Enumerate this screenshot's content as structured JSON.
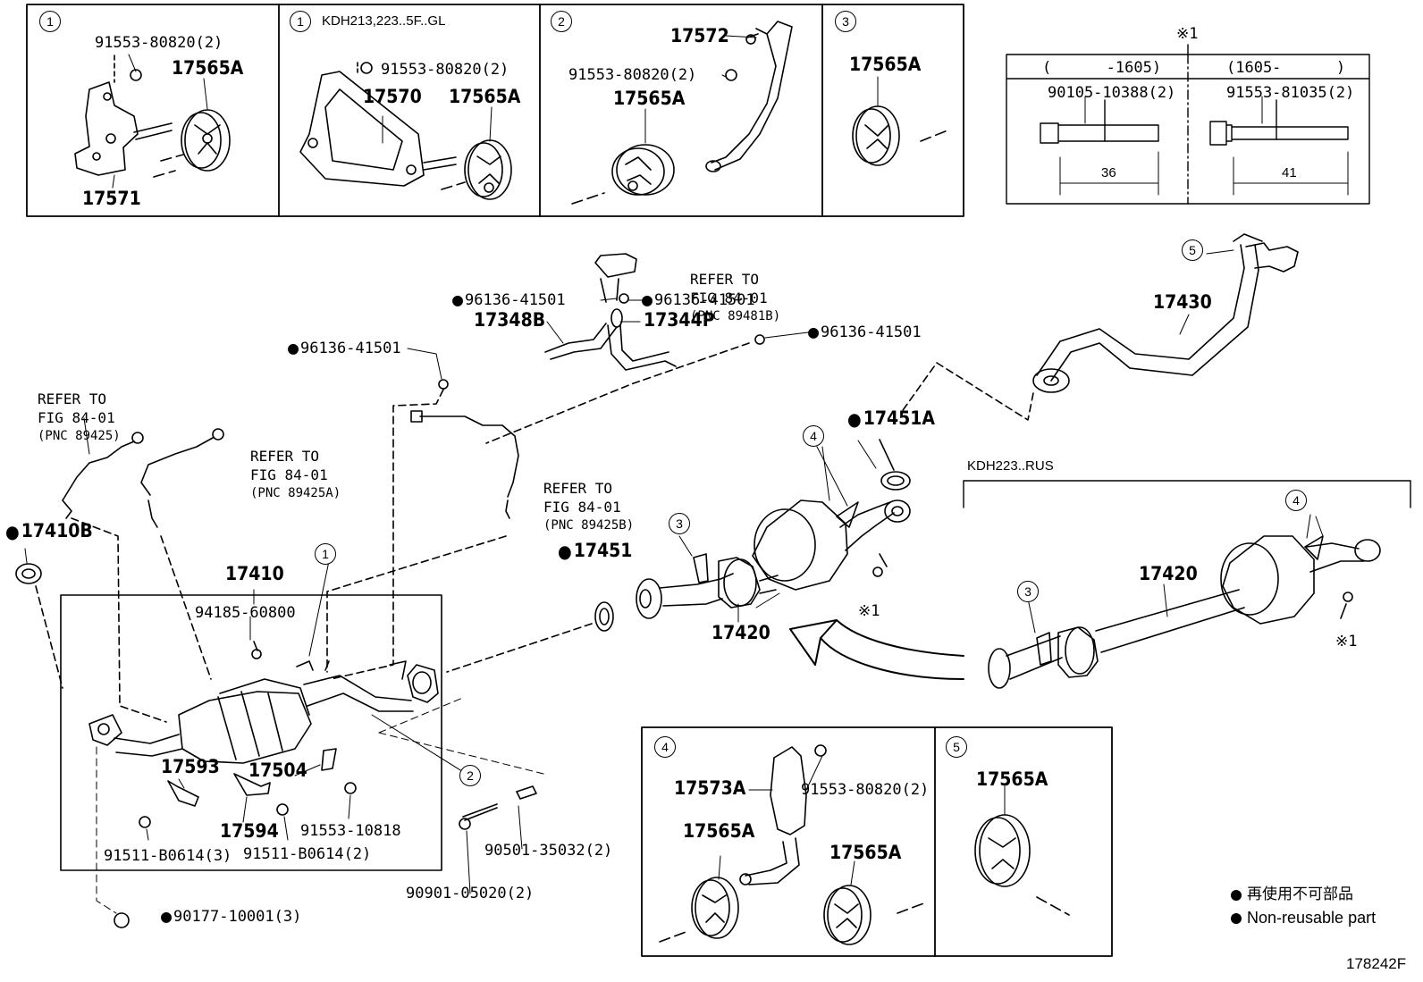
{
  "diagram_id": "178242F",
  "legend": {
    "jp": "再使用不可部品",
    "en": "Non-reusable part"
  },
  "inset_boxes": {
    "box1": {
      "num": "1",
      "parts": [
        "91553-80820(2)",
        "17565A",
        "17571"
      ]
    },
    "box1b": {
      "num": "1",
      "variant": "KDH213,223..5F..GL",
      "parts": [
        "91553-80820(2)",
        "17570",
        "17565A"
      ]
    },
    "box2": {
      "num": "2",
      "parts": [
        "17572",
        "91553-80820(2)",
        "17565A"
      ]
    },
    "box3": {
      "num": "3",
      "parts": [
        "17565A"
      ]
    },
    "box4": {
      "num": "4",
      "parts": [
        "17573A",
        "91553-80820(2)",
        "17565A",
        "17565A"
      ]
    },
    "box5": {
      "num": "5",
      "parts": [
        "17565A"
      ]
    }
  },
  "bolt_table": {
    "mark": "※1",
    "col1": {
      "header": "(      -1605)",
      "part": "90105-10388(2)",
      "length": "36"
    },
    "col2": {
      "header": "(1605-      )",
      "part": "91553-81035(2)",
      "length": "41"
    }
  },
  "refs": {
    "r89481B": [
      "REFER TO",
      "FIG 84-01",
      "(PNC 89481B)"
    ],
    "r89425": [
      "REFER TO",
      "FIG 84-01",
      "(PNC 89425)"
    ],
    "r89425A": [
      "REFER TO",
      "FIG 84-01",
      "(PNC 89425A)"
    ],
    "r89425B": [
      "REFER TO",
      "FIG 84-01",
      "(PNC 89425B)"
    ]
  },
  "main": {
    "p17430": "17430",
    "p17451A": "17451A",
    "p17451": "17451",
    "p17410B": "17410B",
    "p17410": "17410",
    "p17420a": "17420",
    "p17420b": "17420",
    "p17348B": "17348B",
    "p17344P": "17344P",
    "p96136a": "96136-41501",
    "p96136b": "96136-41501",
    "p96136c": "96136-41501",
    "p96136d": "96136-41501",
    "p94185": "94185-60800",
    "p17593": "17593",
    "p17504": "17504",
    "p17594": "17594",
    "p91553_10818": "91553-10818",
    "p91511a": "91511-B0614(3)",
    "p91511b": "91511-B0614(2)",
    "p90501": "90501-35032(2)",
    "p90901": "90901-05020(2)",
    "p90177": "90177-10001(3)",
    "mark1a": "※1",
    "mark1b": "※1",
    "variant_rus": "KDH223..RUS"
  },
  "callouts": [
    "1",
    "2",
    "3",
    "4",
    "5"
  ]
}
